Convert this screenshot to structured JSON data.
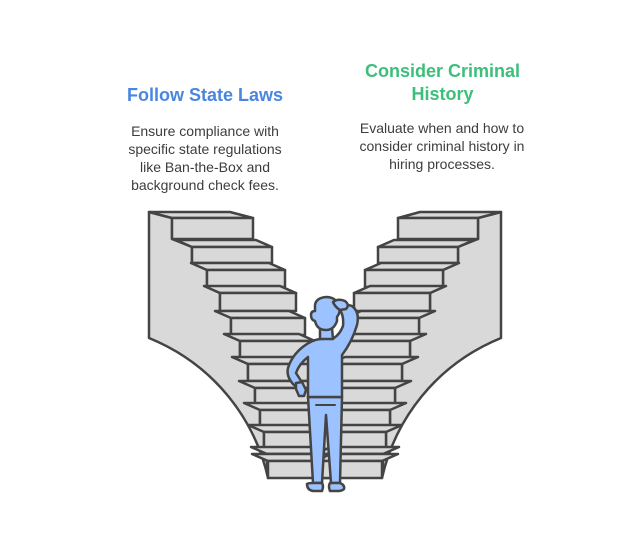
{
  "left_option": {
    "title": "Follow State Laws",
    "description": "Ensure compliance with specific state regulations like Ban-the-Box and background check fees.",
    "color": "#4a86e0"
  },
  "right_option": {
    "title": "Consider Criminal History",
    "title_line1": "Consider Criminal",
    "title_line2": "History",
    "description": "Evaluate when and how to consider criminal history in hiring processes.",
    "color": "#3bbf7a"
  },
  "illustration": {
    "stair_fill": "#d9d9d9",
    "stroke": "#444444",
    "person_fill": "#9cc3ff",
    "person_icon": "thinking-person-icon",
    "staircase_icon": "staircase-icon",
    "steps_left": [
      [
        172,
        218,
        253,
        239
      ],
      [
        192,
        247,
        272,
        263
      ],
      [
        207,
        270,
        285,
        287
      ],
      [
        220,
        293,
        296,
        311
      ],
      [
        231,
        318,
        305,
        335
      ],
      [
        240,
        341,
        315,
        360
      ],
      [
        248,
        364,
        322,
        381
      ],
      [
        255,
        388,
        327,
        405
      ],
      [
        260,
        410,
        330,
        428
      ],
      [
        264,
        432,
        333,
        449
      ],
      [
        267,
        454,
        335,
        470
      ],
      [
        268,
        461,
        335,
        478
      ]
    ],
    "steps_right": [
      [
        398,
        218,
        478,
        239
      ],
      [
        378,
        247,
        458,
        263
      ],
      [
        365,
        270,
        443,
        287
      ],
      [
        354,
        293,
        430,
        311
      ],
      [
        345,
        318,
        419,
        335
      ],
      [
        336,
        341,
        410,
        360
      ],
      [
        329,
        364,
        402,
        381
      ],
      [
        324,
        388,
        395,
        405
      ],
      [
        320,
        410,
        390,
        428
      ],
      [
        317,
        432,
        386,
        449
      ],
      [
        315,
        454,
        383,
        470
      ],
      [
        315,
        461,
        382,
        478
      ]
    ]
  }
}
